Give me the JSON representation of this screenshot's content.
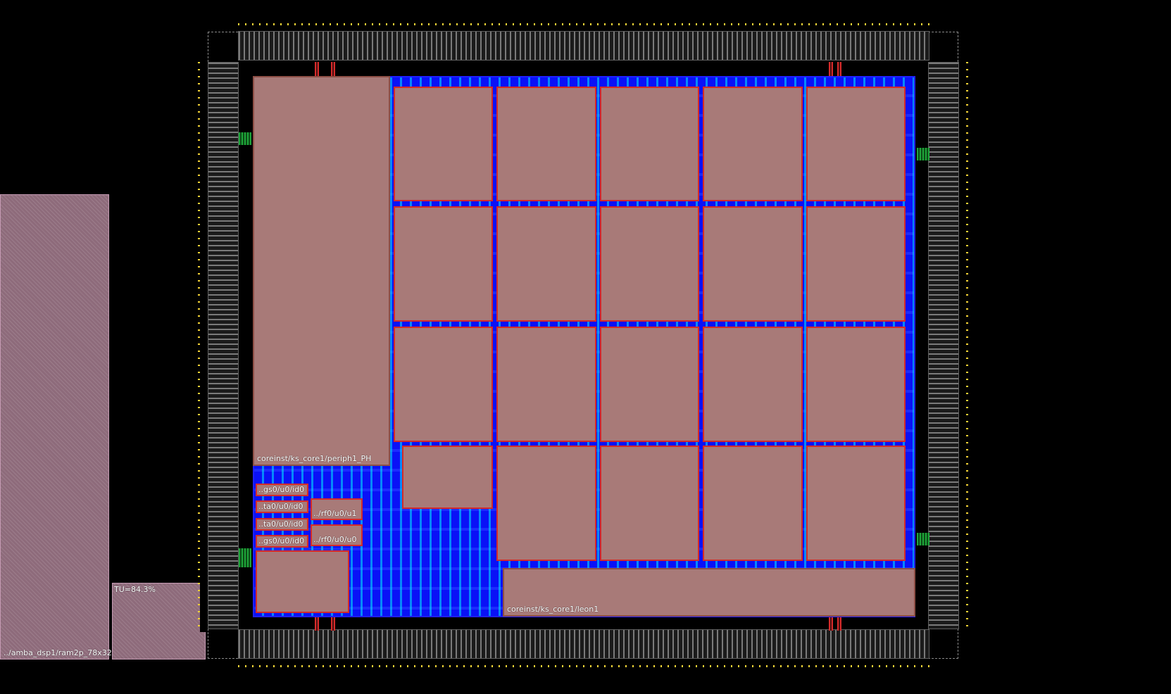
{
  "labels": {
    "side_macro_ram": "../amba_dsp1/ram2p_78x32",
    "utilization": "TU=84.3%",
    "periph_macro": "coreinst/ks_core1/periph1_PH",
    "leon_macro": "coreinst/ks_core1/leon1",
    "small_macro_1": "..gs0/u0/id0",
    "small_macro_2": "..ta0/u0/id0",
    "small_macro_3": "..ta0/u0/id0",
    "small_macro_4": "..gs0/u0/id0",
    "small_macro_5": "../rf0/u0/u1",
    "small_macro_6": "../rf0/u0/u0"
  },
  "colors": {
    "background": "#000000",
    "pad_gray": "#7a7a7a",
    "pad_yellow": "#f2d236",
    "core_blue": "#0a11f7",
    "core_cyan": "#00ebff",
    "macro_brown": "#a87a78",
    "macro_red": "#d42a2a",
    "side_panel": "#8e6b7b"
  },
  "icons": {
    "pad_tick": "yellow-arrow-tick-icon",
    "strap": "power-strap-icon"
  }
}
